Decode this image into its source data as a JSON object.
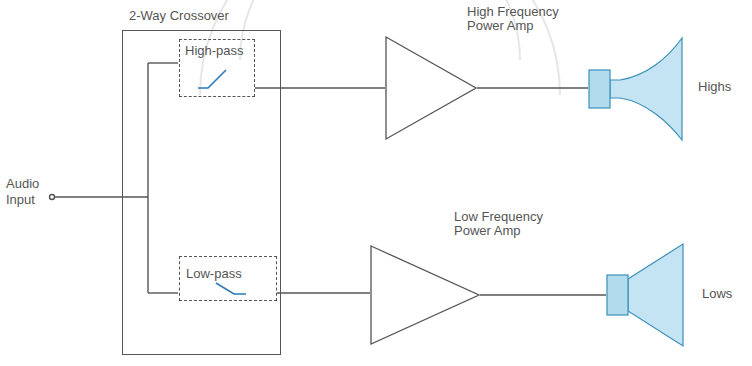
{
  "diagram": {
    "nodes": [
      {
        "text": [
          "2-Way Crossover"
        ]
      },
      {
        "text": [
          "High-pass"
        ],
        "in": 0
      },
      {
        "text": [
          "Low-pass"
        ],
        "in": 0
      },
      {
        "text": [
          "High Frequency Power Amp"
        ]
      },
      {
        "text": [
          "Low Frequency Power Amp"
        ]
      },
      {
        "text": [
          "Highs"
        ]
      },
      {
        "text": [
          "Lows"
        ]
      }
    ],
    "edges": [
      {
        "from": 1,
        "to": 3,
        "arrow": "none"
      },
      {
        "from": 2,
        "to": 4,
        "arrow": "none"
      },
      {
        "from": 3,
        "to": 5,
        "arrow": "none"
      },
      {
        "from": 4,
        "to": 6,
        "arrow": "none"
      }
    ],
    "labels": [
      "Audio Input"
    ]
  }
}
